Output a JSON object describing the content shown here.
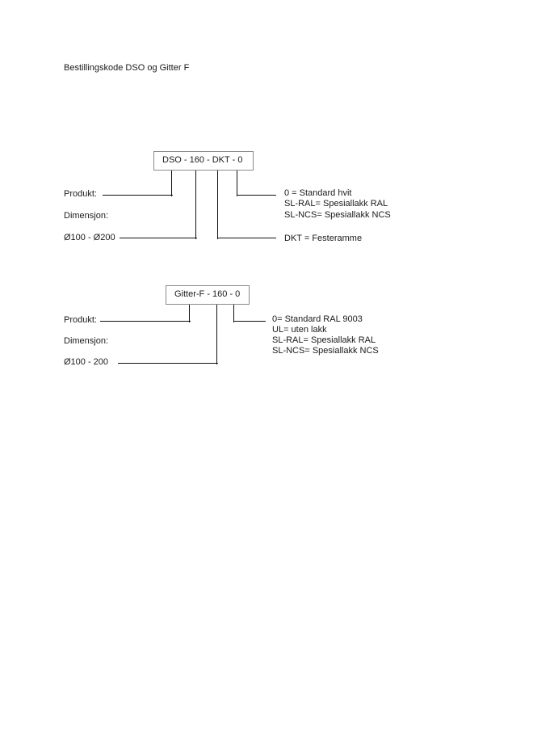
{
  "title": "Bestillingskode DSO og Gitter F",
  "diagrams": [
    {
      "code": "DSO - 160 - DKT - 0",
      "labels": {
        "product": "Produkt:",
        "dimension": "Dimensjon:",
        "dimension_range": "Ø100 - Ø200"
      },
      "options": {
        "color": [
          "0 = Standard hvit",
          "SL-RAL= Spesiallakk RAL",
          "SL-NCS= Spesiallakk NCS"
        ],
        "frame": "DKT = Festeramme"
      }
    },
    {
      "code": "Gitter-F - 160 - 0",
      "labels": {
        "product": "Produkt:",
        "dimension": "Dimensjon:",
        "dimension_range": "Ø100 - 200"
      },
      "options": {
        "color": [
          "0= Standard RAL 9003",
          "UL= uten lakk",
          "SL-RAL= Spesiallakk RAL",
          "SL-NCS= Spesiallakk NCS"
        ]
      }
    }
  ]
}
